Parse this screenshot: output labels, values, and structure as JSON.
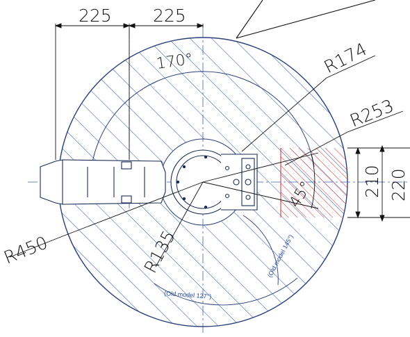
{
  "dimensions": {
    "left_offset": "225",
    "right_offset": "225",
    "angle_main": "170°",
    "radius_174": "R174",
    "radius_253": "R253",
    "height_210": "210",
    "height_220": "220",
    "angle_45": "45°",
    "radius_450": "R450",
    "radius_135": "R135"
  },
  "notes": {
    "old_model_145": "(Old model 145°)",
    "old_model_127": "(Old model 127°)"
  },
  "colors": {
    "hatch_blue": "#3a5fb0",
    "hatch_red": "#d12a2a",
    "outline_dark": "#1a2a55",
    "dim_line": "#111111",
    "center_line": "#3a5fb0"
  }
}
